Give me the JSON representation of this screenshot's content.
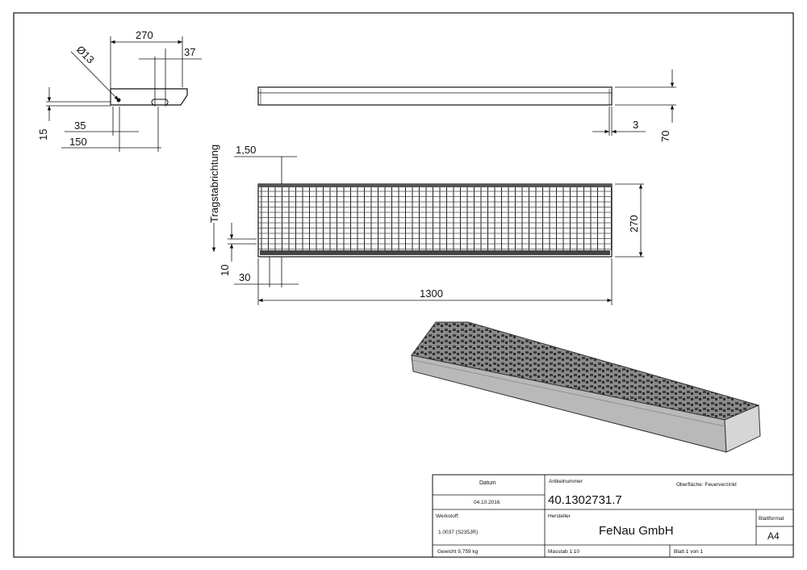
{
  "drawing": {
    "dimensions": {
      "side_width": "270",
      "side_offset": "37",
      "hole_dia": "Ø13",
      "side_height": "15",
      "side_35": "35",
      "side_150": "150",
      "front_3": "3",
      "front_70": "70",
      "top_1_50": "1,50",
      "top_270": "270",
      "top_10": "10",
      "top_30": "30",
      "top_1300": "1300"
    },
    "direction_label": "Tragstabrichtung"
  },
  "title_block": {
    "datum_label": "Datum",
    "datum_value": "04.10.2016",
    "artikel_label": "Artikelnummer",
    "artikel_value": "40.1302731.7",
    "oberflaeche": "Oberfläche: Feuerverzinkt",
    "werkstoff_label": "Werkstoff:",
    "werkstoff_value": "1.0037 (S235JR)",
    "hersteller_label": "Hersteller",
    "hersteller_value": "FeNau GmbH",
    "blattformat_label": "Blattformat",
    "blattformat_value": "A4",
    "gewicht": "Gewicht 9,759 kg",
    "massstab": "Masstab 1:10",
    "blatt": "Blatt 1 von 1"
  }
}
